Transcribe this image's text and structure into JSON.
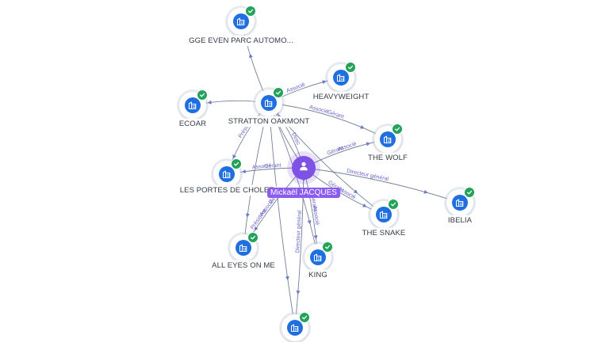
{
  "colors": {
    "company": "#1f6fe0",
    "check": "#23a35a",
    "person": "#7f52e6",
    "edge": "#5a6a86",
    "edge_label": "#6b62c9"
  },
  "icons": {
    "company": "building-icon",
    "verified": "check-badge-icon",
    "person": "user-icon"
  },
  "center": {
    "id": "mickael",
    "label": "Mickaël JACQUES"
  },
  "nodes": [
    {
      "id": "gge",
      "label": "GGE EVEN PARC AUTOMO..."
    },
    {
      "id": "heavyweight",
      "label": "HEAVYWEIGHT"
    },
    {
      "id": "stratton",
      "label": "STRATTON OAKMONT"
    },
    {
      "id": "ecoar",
      "label": "ECOAR"
    },
    {
      "id": "thewolf",
      "label": "THE WOLF"
    },
    {
      "id": "portes",
      "label": "LES PORTES DE CHOLET"
    },
    {
      "id": "ibelia",
      "label": "IBELIA"
    },
    {
      "id": "thesnake",
      "label": "THE SNAKE"
    },
    {
      "id": "alleyes",
      "label": "ALL EYES ON ME"
    },
    {
      "id": "king",
      "label": "KING"
    },
    {
      "id": "bottom",
      "label": ""
    }
  ],
  "edges": [
    {
      "from": "mickael",
      "to": "gge",
      "labels": [
        "Président"
      ]
    },
    {
      "from": "mickael",
      "to": "stratton",
      "labels": [
        "Direc"
      ]
    },
    {
      "from": "stratton",
      "to": "heavyweight",
      "labels": [
        "Associé"
      ]
    },
    {
      "from": "stratton",
      "to": "ecoar",
      "labels": []
    },
    {
      "from": "stratton",
      "to": "thewolf",
      "labels": [
        "Associé",
        "Gérant"
      ]
    },
    {
      "from": "stratton",
      "to": "thesnake",
      "labels": []
    },
    {
      "from": "stratton",
      "to": "portes",
      "labels": [
        "Président"
      ]
    },
    {
      "from": "stratton",
      "to": "alleyes",
      "labels": []
    },
    {
      "from": "stratton",
      "to": "king",
      "labels": []
    },
    {
      "from": "stratton",
      "to": "bottom",
      "labels": []
    },
    {
      "from": "mickael",
      "to": "thewolf",
      "labels": [
        "Gérant",
        "Associé"
      ]
    },
    {
      "from": "mickael",
      "to": "portes",
      "labels": [
        "Gérant",
        "Associé"
      ]
    },
    {
      "from": "mickael",
      "to": "ibelia",
      "labels": [
        "Directeur général"
      ]
    },
    {
      "from": "mickael",
      "to": "thesnake",
      "labels": [
        "Gérant",
        "Associé"
      ]
    },
    {
      "from": "mickael",
      "to": "alleyes",
      "labels": [
        "Gérant",
        "Associé",
        "Président"
      ]
    },
    {
      "from": "mickael",
      "to": "king",
      "labels": [
        "Gérant",
        "Associé"
      ]
    },
    {
      "from": "mickael",
      "to": "bottom",
      "labels": [
        "Directeur général"
      ]
    }
  ]
}
